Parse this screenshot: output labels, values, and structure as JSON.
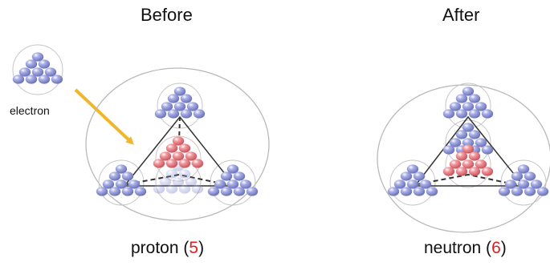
{
  "panels": {
    "before": {
      "heading": "Before",
      "caption_prefix": "proton (",
      "caption_count": "5",
      "caption_suffix": ")",
      "incoming_label": "electron"
    },
    "after": {
      "heading": "After",
      "caption_prefix": "neutron (",
      "caption_count": "6",
      "caption_suffix": ")"
    }
  },
  "colors": {
    "outer_shell": "#b9b9b9",
    "inner_shell": "#c6c6c6",
    "blue_sphere": "#8f97d6",
    "red_sphere": "#e37d84",
    "arrow": "#f0b62c",
    "triangle": "#333333",
    "count_highlight": "#e02020"
  }
}
